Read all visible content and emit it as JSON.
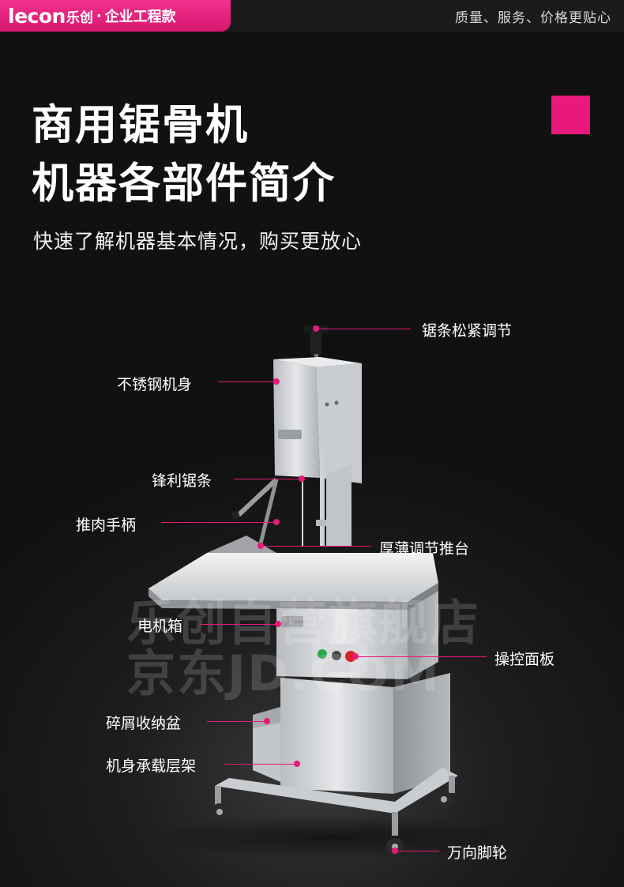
{
  "header": {
    "logo_latin": "lecon",
    "logo_cn": "乐创",
    "separator": "·",
    "edition": "企业工程款",
    "tagline": "质量、服务、价格更贴心"
  },
  "title": {
    "line1": "商用锯骨机",
    "line2": "机器各部件简介",
    "subtitle": "快速了解机器基本情况，购买更放心"
  },
  "watermark": {
    "line1": "乐创自营旗舰店",
    "line2": "京东JD.COM"
  },
  "callouts": {
    "blade_tension": "锯条松紧调节",
    "stainless_body": "不锈钢机身",
    "sharp_blade": "锋利锯条",
    "meat_push_handle": "推肉手柄",
    "thickness_push_table": "厚薄调节推台",
    "motor_box": "电机箱",
    "control_panel": "操控面板",
    "debris_tray": "碎屑收纳盆",
    "body_shelf": "机身承载层架",
    "casters": "万向脚轮"
  },
  "colors": {
    "accent": "#e8197a",
    "background": "#111111"
  }
}
